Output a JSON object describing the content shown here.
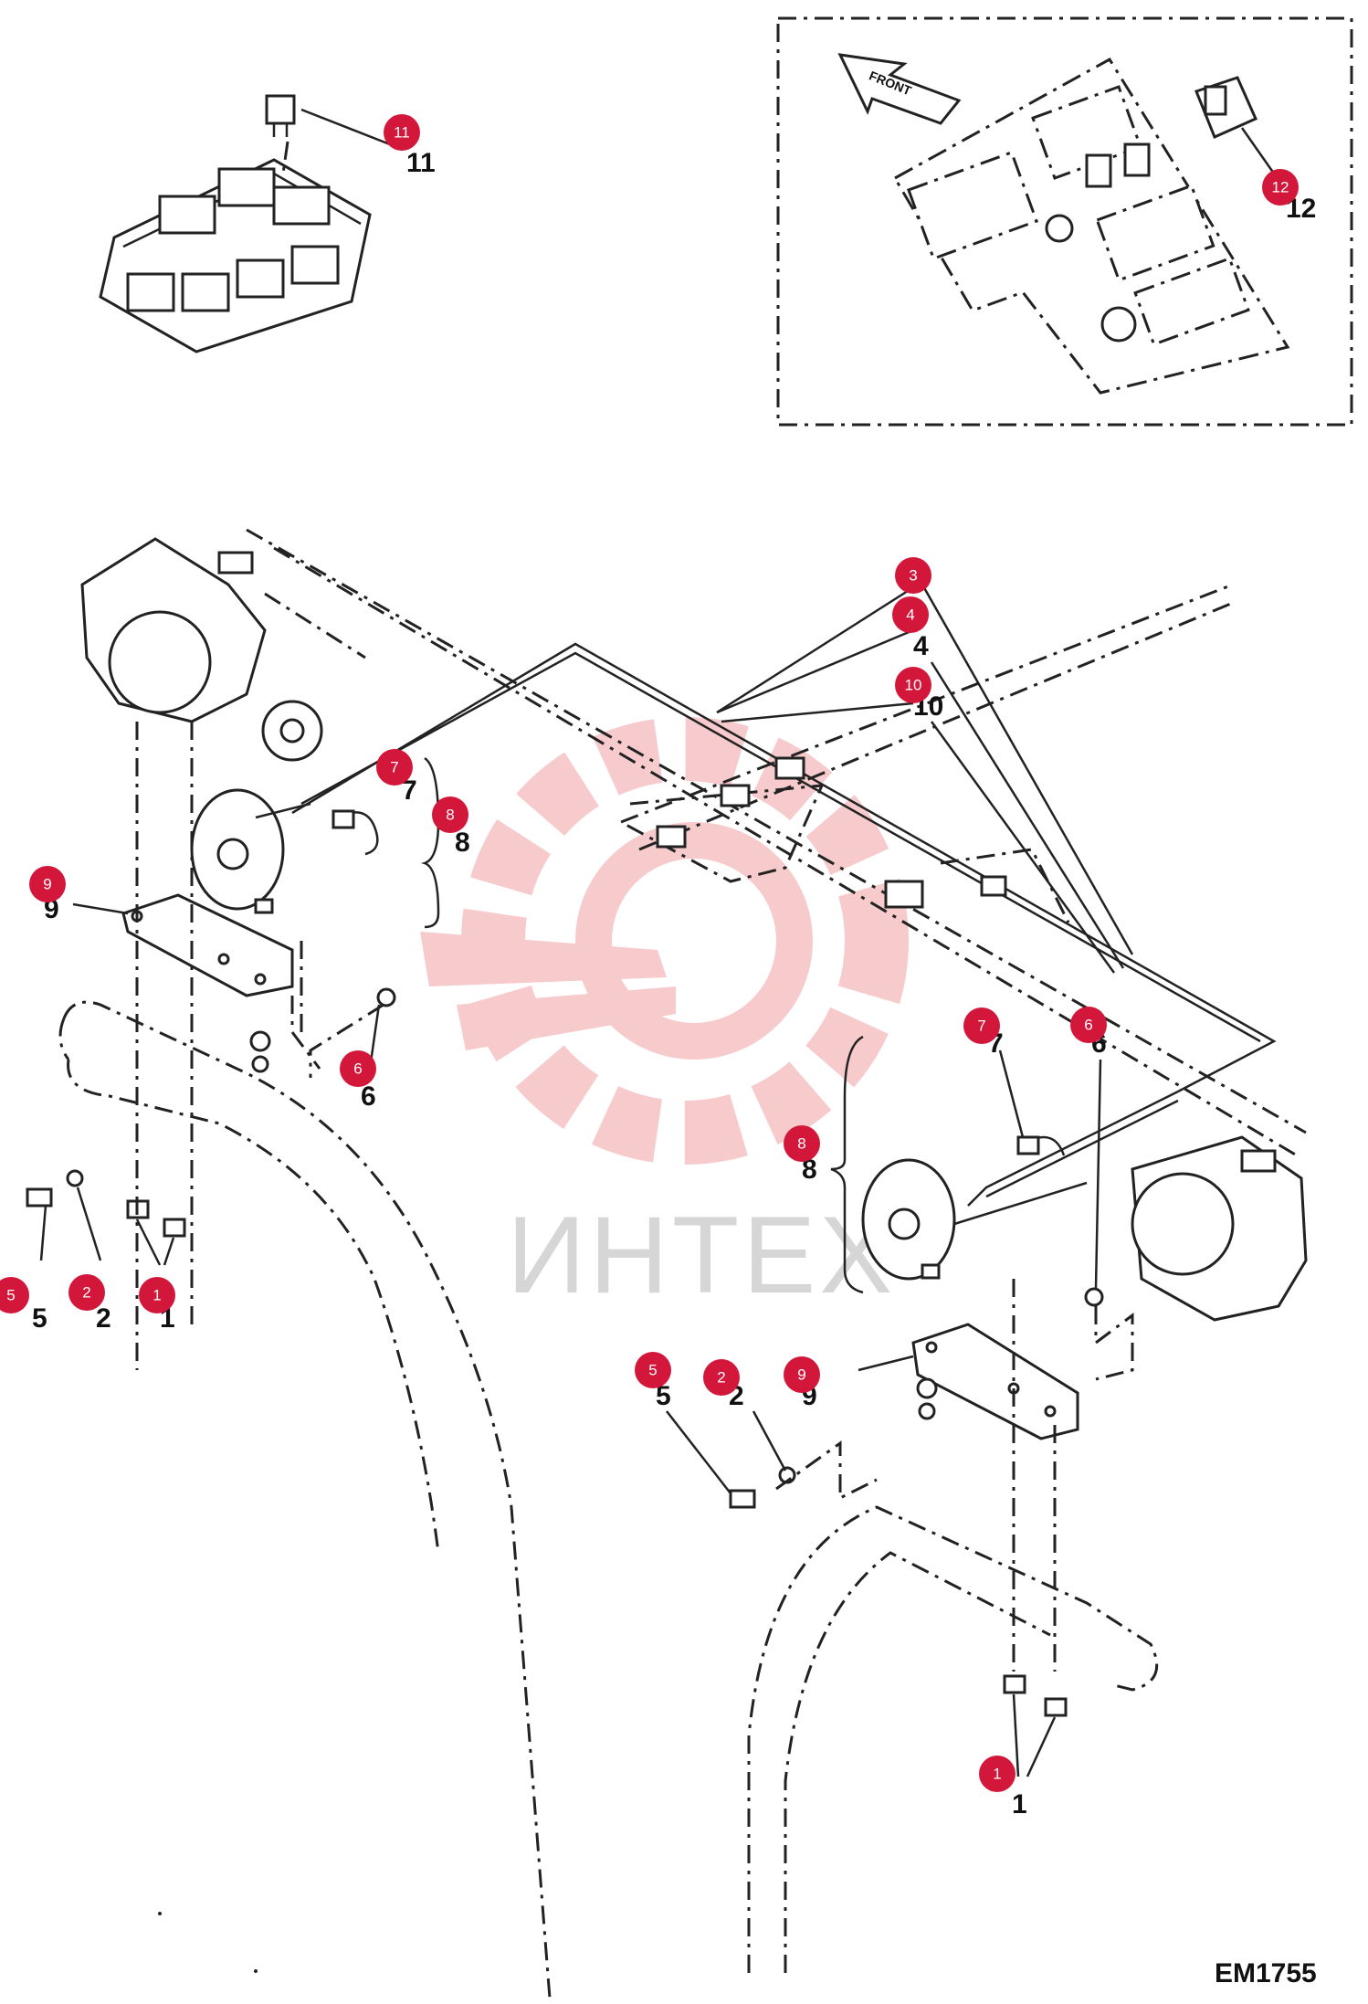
{
  "diagram": {
    "code": "EM1755",
    "watermark": "ИНТЕХ",
    "front_label": "FRONT",
    "callouts": [
      {
        "n": "11",
        "label": "11"
      },
      {
        "n": "12",
        "label": "12"
      },
      {
        "n": "3",
        "label": ""
      },
      {
        "n": "4",
        "label": "4"
      },
      {
        "n": "10",
        "label": "10"
      },
      {
        "n": "7",
        "label": "7"
      },
      {
        "n": "8",
        "label": "8"
      },
      {
        "n": "9",
        "label": "9"
      },
      {
        "n": "6",
        "label": "6"
      },
      {
        "n": "5",
        "label": "5"
      },
      {
        "n": "2",
        "label": "2"
      },
      {
        "n": "1",
        "label": "1"
      },
      {
        "n": "7",
        "label": "7"
      },
      {
        "n": "6",
        "label": "6"
      },
      {
        "n": "8",
        "label": "8"
      },
      {
        "n": "5",
        "label": "5"
      },
      {
        "n": "2",
        "label": "2"
      },
      {
        "n": "9",
        "label": "9"
      },
      {
        "n": "1",
        "label": "1"
      }
    ]
  }
}
